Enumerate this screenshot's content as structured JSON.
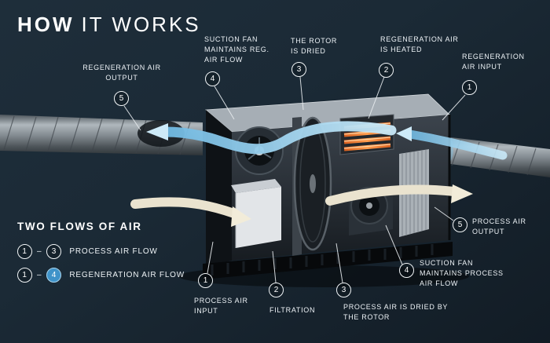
{
  "title": {
    "bold": "HOW",
    "light": "IT WORKS"
  },
  "callouts": {
    "regen_air_output": {
      "num": "5",
      "label": "REGENERATION AIR OUTPUT"
    },
    "suction_fan_reg": {
      "num": "4",
      "label": "SUCTION FAN MAINTAINS REG. AIR FLOW"
    },
    "rotor_dried": {
      "num": "3",
      "label": "THE ROTOR IS DRIED"
    },
    "regen_air_heated": {
      "num": "2",
      "label": "REGENERATION AIR IS HEATED"
    },
    "regen_air_input": {
      "num": "1",
      "label": "REGENERATION AIR INPUT"
    },
    "process_air_output": {
      "num": "5",
      "label": "PROCESS AIR OUTPUT"
    },
    "suction_fan_process": {
      "num": "4",
      "label": "SUCTION FAN MAINTAINS PROCESS AIR FLOW"
    },
    "process_air_dried": {
      "num": "3",
      "label": "PROCESS AIR IS DRIED BY THE ROTOR"
    },
    "filtration": {
      "num": "2",
      "label": "FILTRATION"
    },
    "process_air_input": {
      "num": "1",
      "label": "PROCESS AIR INPUT"
    }
  },
  "legend": {
    "title": "TWO FLOWS OF AIR",
    "rows": [
      {
        "from": "1",
        "dash": "–",
        "to": "3",
        "label": "PROCESS AIR FLOW"
      },
      {
        "from": "1",
        "dash": "–",
        "to": "4",
        "label": "REGENERATION AIR FLOW"
      }
    ]
  },
  "colors": {
    "background": "#16222c",
    "text": "#ffffff",
    "regeneration_flow_blue": "#7fc2e5",
    "process_flow_cream": "#eae3cf",
    "heater_orange": "#e8762c",
    "duct_metal": "#9aa2a8"
  }
}
